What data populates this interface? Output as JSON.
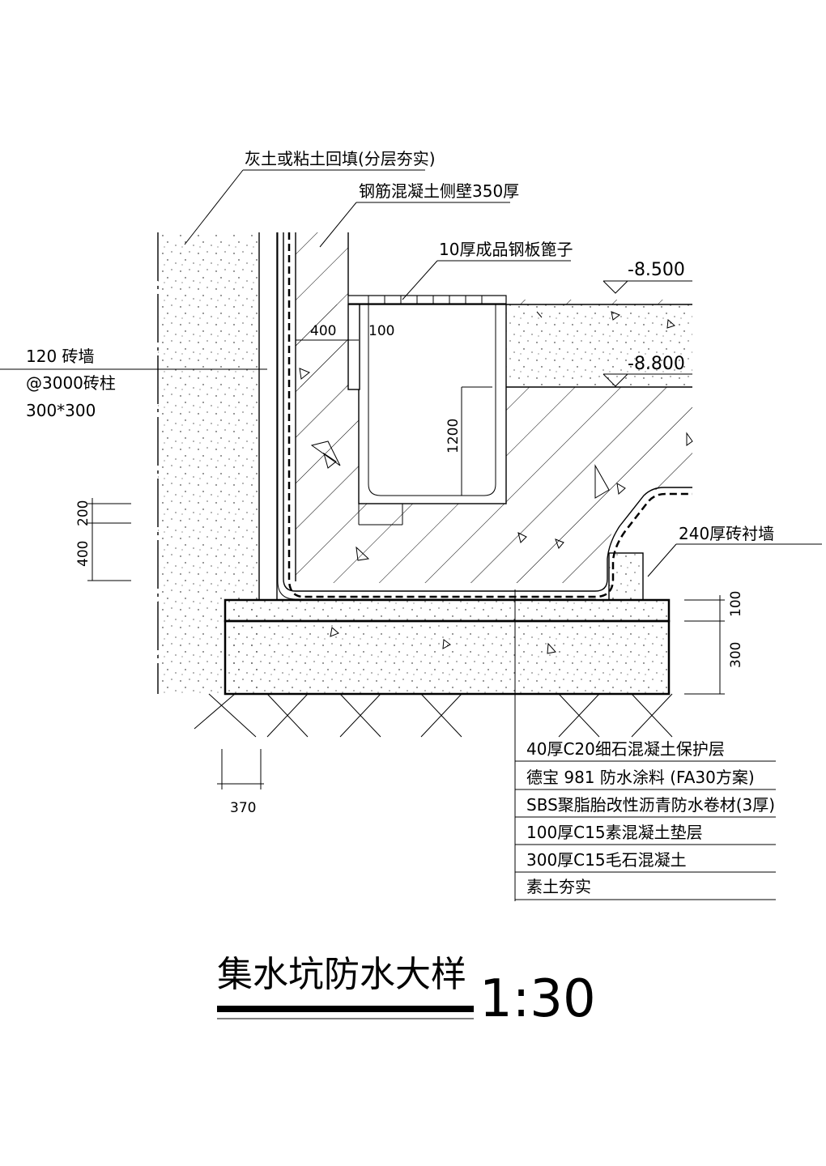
{
  "labels": {
    "backfill": "灰土或粘土回填(分层夯实)",
    "rc_wall": "钢筋混凝土侧壁350厚",
    "grating": "10厚成品钢板篦子",
    "brick_wall_1": "120 砖墙",
    "brick_wall_2": "@3000砖柱",
    "brick_wall_3": "300*300",
    "lining_wall": "240厚砖衬墙"
  },
  "elevations": {
    "top": "-8.500",
    "mid": "-8.800"
  },
  "dimensions": {
    "d400_top": "400",
    "d100_top": "100",
    "d1200": "1200",
    "d200": "200",
    "d400_left": "400",
    "d100_right": "100",
    "d300_right": "300",
    "d370": "370"
  },
  "layers": [
    "40厚C20细石混凝土保护层",
    "德宝 981 防水涂料 (FA30方案)",
    "SBS聚脂胎改性沥青防水卷材(3厚)",
    "100厚C15素混凝土垫层",
    "300厚C15毛石混凝土",
    "素土夯实"
  ],
  "title": {
    "main": "集水坑防水大样",
    "scale": "1:30"
  }
}
